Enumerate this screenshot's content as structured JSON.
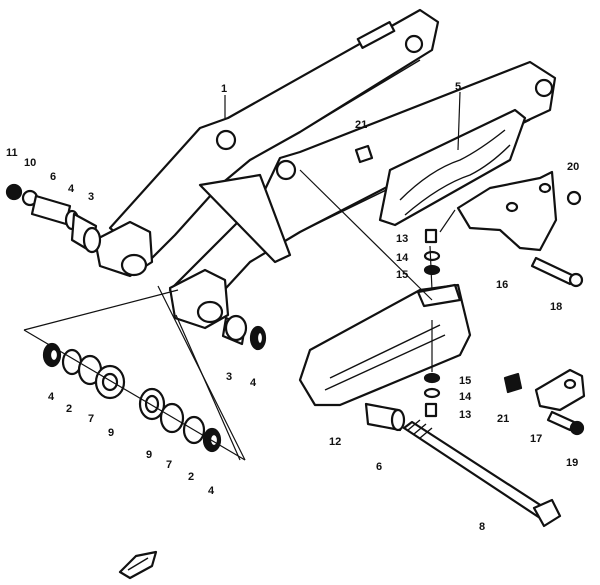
{
  "callouts": {
    "c1": "1",
    "c2a": "2",
    "c2b": "2",
    "c3a": "3",
    "c3b": "3",
    "c4a": "4",
    "c4b": "4",
    "c4c": "4",
    "c4d": "4",
    "c5": "5",
    "c6a": "6",
    "c6b": "6",
    "c7a": "7",
    "c7b": "7",
    "c8": "8",
    "c9a": "9",
    "c9b": "9",
    "c10": "10",
    "c11": "11",
    "c12": "12",
    "c13a": "13",
    "c13b": "13",
    "c14a": "14",
    "c14b": "14",
    "c15a": "15",
    "c15b": "15",
    "c16": "16",
    "c17": "17",
    "c18": "18",
    "c19": "19",
    "c20": "20",
    "c21a": "21",
    "c21b": "21"
  },
  "colors": {
    "line": "#111111",
    "background": "#ffffff"
  }
}
